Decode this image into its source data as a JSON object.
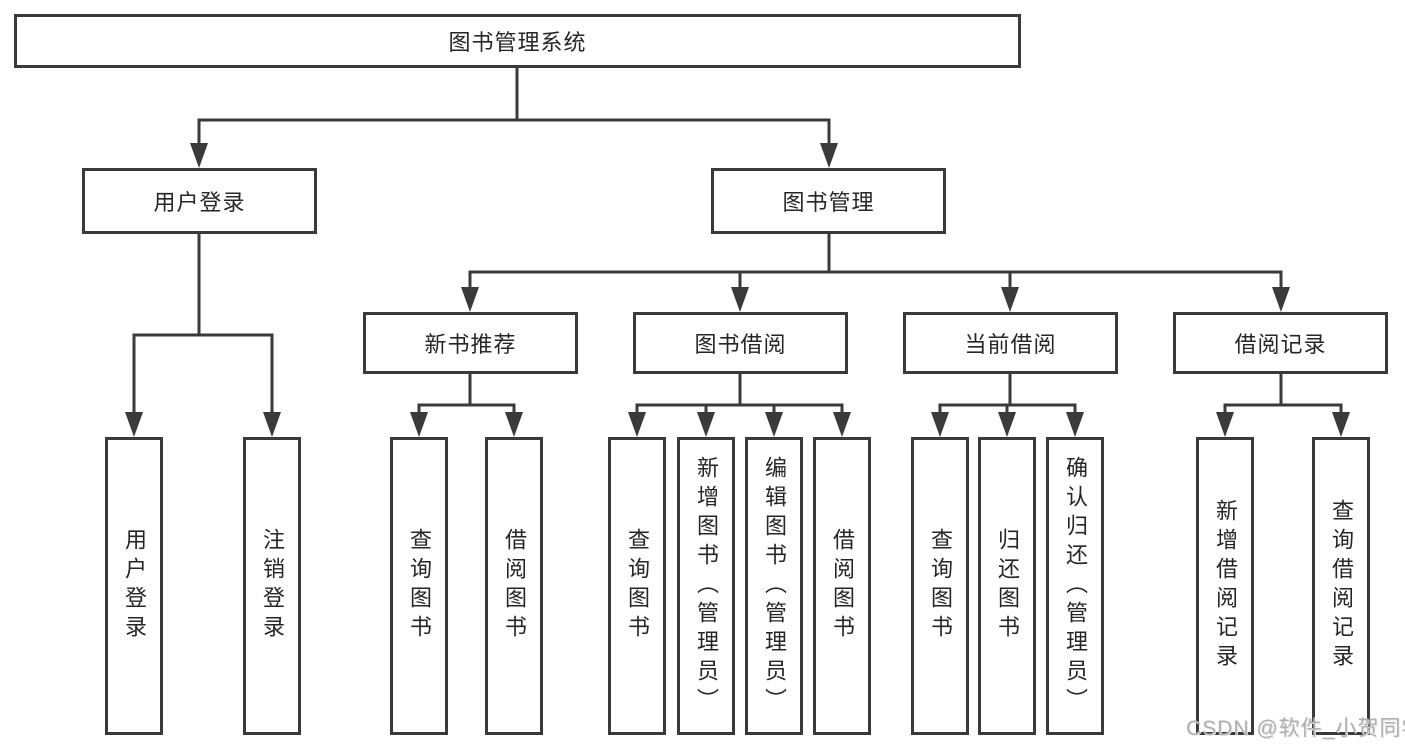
{
  "diagram": {
    "tree": {
      "label": "图书管理系统",
      "children": [
        {
          "label": "用户登录",
          "children": [
            {
              "label": "用户登录"
            },
            {
              "label": "注销登录"
            }
          ]
        },
        {
          "label": "图书管理",
          "children": [
            {
              "label": "新书推荐",
              "children": [
                {
                  "label": "查询图书"
                },
                {
                  "label": "借阅图书"
                }
              ]
            },
            {
              "label": "图书借阅",
              "children": [
                {
                  "label": "查询图书"
                },
                {
                  "label": "新增图书（管理员）"
                },
                {
                  "label": "编辑图书（管理员）"
                },
                {
                  "label": "借阅图书"
                }
              ]
            },
            {
              "label": "当前借阅",
              "children": [
                {
                  "label": "查询图书"
                },
                {
                  "label": "归还图书"
                },
                {
                  "label": "确认归还（管理员）"
                }
              ]
            },
            {
              "label": "借阅记录",
              "children": [
                {
                  "label": "新增借阅记录"
                },
                {
                  "label": "查询借阅记录"
                }
              ]
            }
          ]
        }
      ]
    },
    "watermark": "CSDN @软件_小贺同学",
    "colors": {
      "line": "#3a3a3a",
      "box_border": "#3a3a3a",
      "box_fill": "#ffffff",
      "text": "#262626",
      "watermark": "#b0b0b0",
      "background": "#ffffff"
    }
  }
}
